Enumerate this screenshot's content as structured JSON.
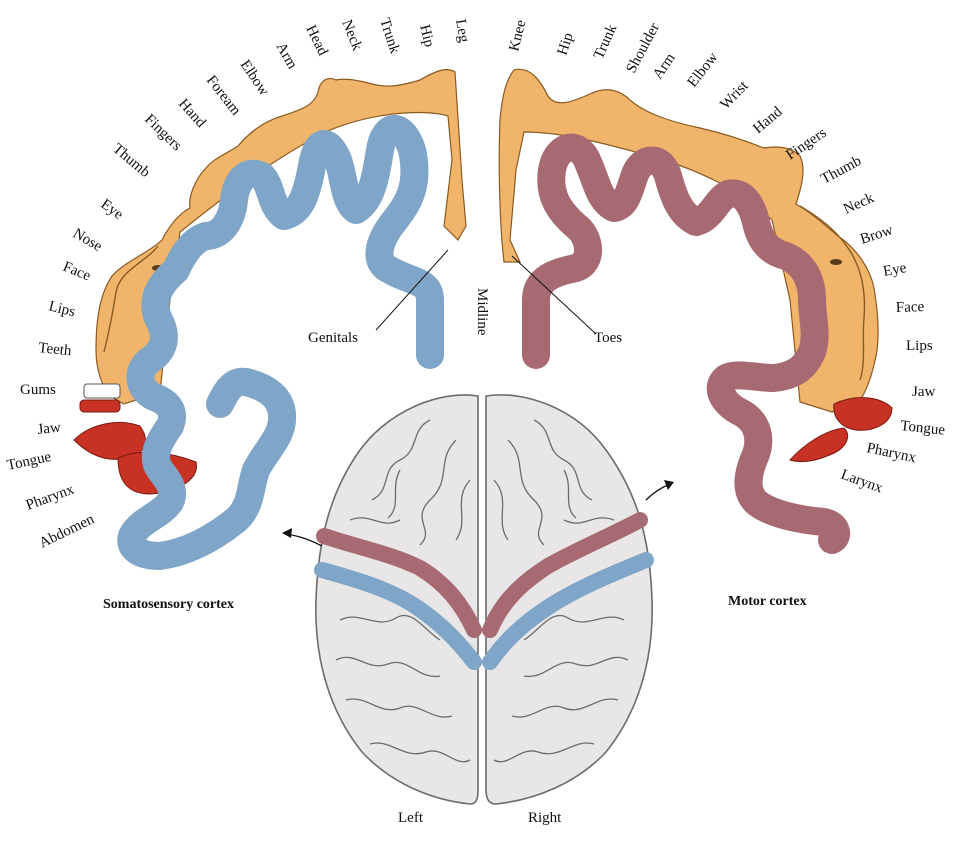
{
  "colors": {
    "sensory": "#7fa5c8",
    "motor": "#a86a72",
    "body": "#f0b56a",
    "body_edge": "#8a5a22",
    "tongue": "#c83224",
    "brain": "#e8e6e6",
    "brain_edge": "#6e6b6b"
  },
  "sensory": {
    "labels": [
      "Leg",
      "Hip",
      "Trunk",
      "Neck",
      "Head",
      "Arm",
      "Elbow",
      "Foream",
      "Hand",
      "Fingers",
      "Thumb",
      "Eye",
      "Nose",
      "Face",
      "Lips",
      "Teeth",
      "Gums",
      "Jaw",
      "Tongue",
      "Pharynx",
      "Abdomen"
    ],
    "genitals_label": "Genitals",
    "caption": "Somatosensory cortex"
  },
  "motor": {
    "labels": [
      "Knee",
      "Hip",
      "Trunk",
      "Shoulder",
      "Arm",
      "Elbow",
      "Wrist",
      "Hand",
      "Fingers",
      "Thumb",
      "Neck",
      "Brow",
      "Eye",
      "Face",
      "Lips",
      "Jaw",
      "Tongue",
      "Pharynx",
      "Larynx"
    ],
    "toes_label": "Toes",
    "caption": "Motor cortex"
  },
  "midline_label": "Midline",
  "brain": {
    "left_label": "Left",
    "right_label": "Right"
  }
}
